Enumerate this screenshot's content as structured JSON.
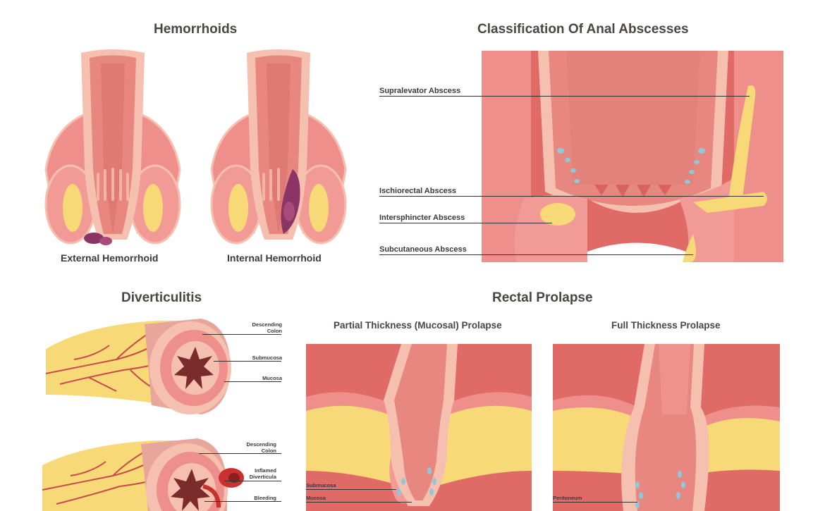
{
  "sections": {
    "hemorrhoids": {
      "title": "Hemorrhoids",
      "external_label": "External Hemorrhoid",
      "internal_label": "Internal Hemorrhoid"
    },
    "anal_abscesses": {
      "title": "Classification Of Anal Abscesses",
      "labels": {
        "supralevator": "Supralevator Abscess",
        "ischiorectal": "Ischiorectal Abscess",
        "intersphincter": "Intersphincter Abscess",
        "subcutaneous": "Subcutaneous Abscess"
      }
    },
    "diverticulitis": {
      "title": "Diverticulitis",
      "top": {
        "descending_colon": "Descending\nColon",
        "submucosa": "Submucosa",
        "mucosa": "Mucosa"
      },
      "bottom": {
        "descending_colon": "Descending\nColon",
        "inflamed": "Inflamed\nDiverticula",
        "bleeding": "Bleeding"
      }
    },
    "rectal_prolapse": {
      "title": "Rectal Prolapse",
      "partial_title": "Partial Thickness (Mucosal) Prolapse",
      "full_title": "Full Thickness Prolapse",
      "partial_labels": {
        "submucosa": "Submucosa",
        "mucosa": "Mucosa"
      },
      "full_labels": {
        "peritoneum": "Peritoneum"
      }
    }
  },
  "colors": {
    "tissue_pink": "#ee8f8b",
    "tissue_dark": "#d9625f",
    "mucosa_light": "#f6c0b0",
    "fat_yellow": "#f8d978",
    "hemorrhoid_purple": "#8a3566",
    "abscess_blue": "#8fc9d8"
  }
}
